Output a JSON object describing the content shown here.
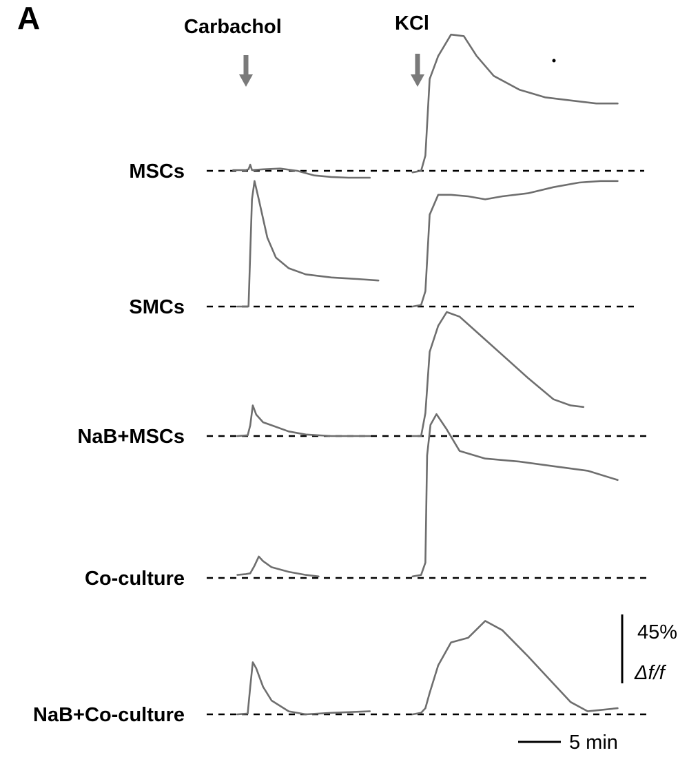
{
  "panel_label": "A",
  "stimuli": [
    {
      "label": "Carbachol",
      "time_min": 0
    },
    {
      "label": "KCl",
      "time_min": 21
    }
  ],
  "scale": {
    "amplitude_value": "45%",
    "amplitude_unit": "Δf/f",
    "amplitude_percent": 45,
    "time_label": "5 min",
    "time_min": 5
  },
  "colors": {
    "trace": "#6e6e6e",
    "arrow": "#7a7a7a",
    "baseline": "#000000"
  },
  "chart_data": {
    "type": "line",
    "x_unit": "min",
    "y_unit": "% Δf/f",
    "rows": [
      {
        "label": "MSCs",
        "carbachol": [
          [
            -1.5,
            0.5
          ],
          [
            0,
            0.5
          ],
          [
            0.3,
            1
          ],
          [
            0.5,
            4
          ],
          [
            0.7,
            0.5
          ],
          [
            2,
            1
          ],
          [
            4,
            1.5
          ],
          [
            6,
            0
          ],
          [
            8,
            -3
          ],
          [
            10,
            -4
          ],
          [
            12,
            -4.5
          ],
          [
            14.5,
            -4.5
          ]
        ],
        "kcl": [
          [
            19.5,
            -1
          ],
          [
            20.5,
            0
          ],
          [
            21,
            10
          ],
          [
            21.5,
            60
          ],
          [
            22.5,
            75
          ],
          [
            24,
            89
          ],
          [
            25.5,
            88
          ],
          [
            27,
            75
          ],
          [
            29,
            62
          ],
          [
            32,
            53
          ],
          [
            35,
            48
          ],
          [
            38,
            46
          ],
          [
            41,
            44
          ],
          [
            43.5,
            44
          ]
        ]
      },
      {
        "label": "SMCs",
        "carbachol": [
          [
            -1,
            0
          ],
          [
            0.3,
            0
          ],
          [
            0.7,
            70
          ],
          [
            1,
            82
          ],
          [
            1.5,
            70
          ],
          [
            2.5,
            45
          ],
          [
            3.5,
            32
          ],
          [
            5,
            25
          ],
          [
            7,
            21
          ],
          [
            10,
            19
          ],
          [
            13,
            18
          ],
          [
            15.5,
            17
          ]
        ],
        "kcl": [
          [
            19.5,
            0
          ],
          [
            20.5,
            1
          ],
          [
            21,
            10
          ],
          [
            21.5,
            60
          ],
          [
            22.5,
            73
          ],
          [
            24,
            73
          ],
          [
            26,
            72
          ],
          [
            28,
            70
          ],
          [
            30,
            72
          ],
          [
            33,
            74
          ],
          [
            36,
            78
          ],
          [
            39,
            81
          ],
          [
            41.5,
            82
          ],
          [
            43.5,
            82
          ]
        ]
      },
      {
        "label": "NaB+MSCs",
        "carbachol": [
          [
            -1,
            0
          ],
          [
            0.2,
            0.5
          ],
          [
            0.5,
            7
          ],
          [
            0.8,
            20
          ],
          [
            1.2,
            14
          ],
          [
            2,
            9
          ],
          [
            3,
            7
          ],
          [
            5,
            3
          ],
          [
            7,
            1
          ],
          [
            10,
            0
          ],
          [
            14.5,
            0
          ]
        ],
        "kcl": [
          [
            19.5,
            0
          ],
          [
            20.5,
            0
          ],
          [
            21,
            15
          ],
          [
            21.5,
            55
          ],
          [
            22.5,
            72
          ],
          [
            23.5,
            81
          ],
          [
            25,
            78
          ],
          [
            27,
            68
          ],
          [
            30,
            53
          ],
          [
            33,
            38
          ],
          [
            36,
            24
          ],
          [
            38,
            20
          ],
          [
            39.5,
            19
          ]
        ]
      },
      {
        "label": "Co-culture",
        "carbachol": [
          [
            -1,
            2
          ],
          [
            0,
            2.5
          ],
          [
            0.5,
            3
          ],
          [
            1,
            8
          ],
          [
            1.5,
            14
          ],
          [
            2,
            11
          ],
          [
            3,
            7
          ],
          [
            5,
            4
          ],
          [
            7,
            2
          ],
          [
            8.5,
            1
          ]
        ],
        "kcl": [
          [
            19.5,
            1
          ],
          [
            20.5,
            2
          ],
          [
            21,
            10
          ],
          [
            21.2,
            80
          ],
          [
            21.6,
            100
          ],
          [
            22.3,
            107
          ],
          [
            23.5,
            97
          ],
          [
            25,
            83
          ],
          [
            28,
            78
          ],
          [
            32,
            76
          ],
          [
            36,
            73
          ],
          [
            40,
            70
          ],
          [
            43.5,
            64
          ]
        ]
      },
      {
        "label": "NaB+Co-culture",
        "carbachol": [
          [
            -1,
            0
          ],
          [
            0.2,
            0.5
          ],
          [
            0.5,
            18
          ],
          [
            0.8,
            34
          ],
          [
            1.2,
            30
          ],
          [
            2,
            18
          ],
          [
            3,
            9
          ],
          [
            5,
            2
          ],
          [
            7,
            0
          ],
          [
            10,
            1
          ],
          [
            14.5,
            2
          ]
        ],
        "kcl": [
          [
            19.5,
            0
          ],
          [
            20.5,
            1
          ],
          [
            21,
            4
          ],
          [
            21.5,
            14
          ],
          [
            22.5,
            32
          ],
          [
            24,
            47
          ],
          [
            26,
            50
          ],
          [
            28,
            61
          ],
          [
            30,
            55
          ],
          [
            33,
            38
          ],
          [
            36,
            20
          ],
          [
            38,
            8
          ],
          [
            40,
            2
          ],
          [
            43.5,
            4
          ]
        ]
      }
    ]
  }
}
